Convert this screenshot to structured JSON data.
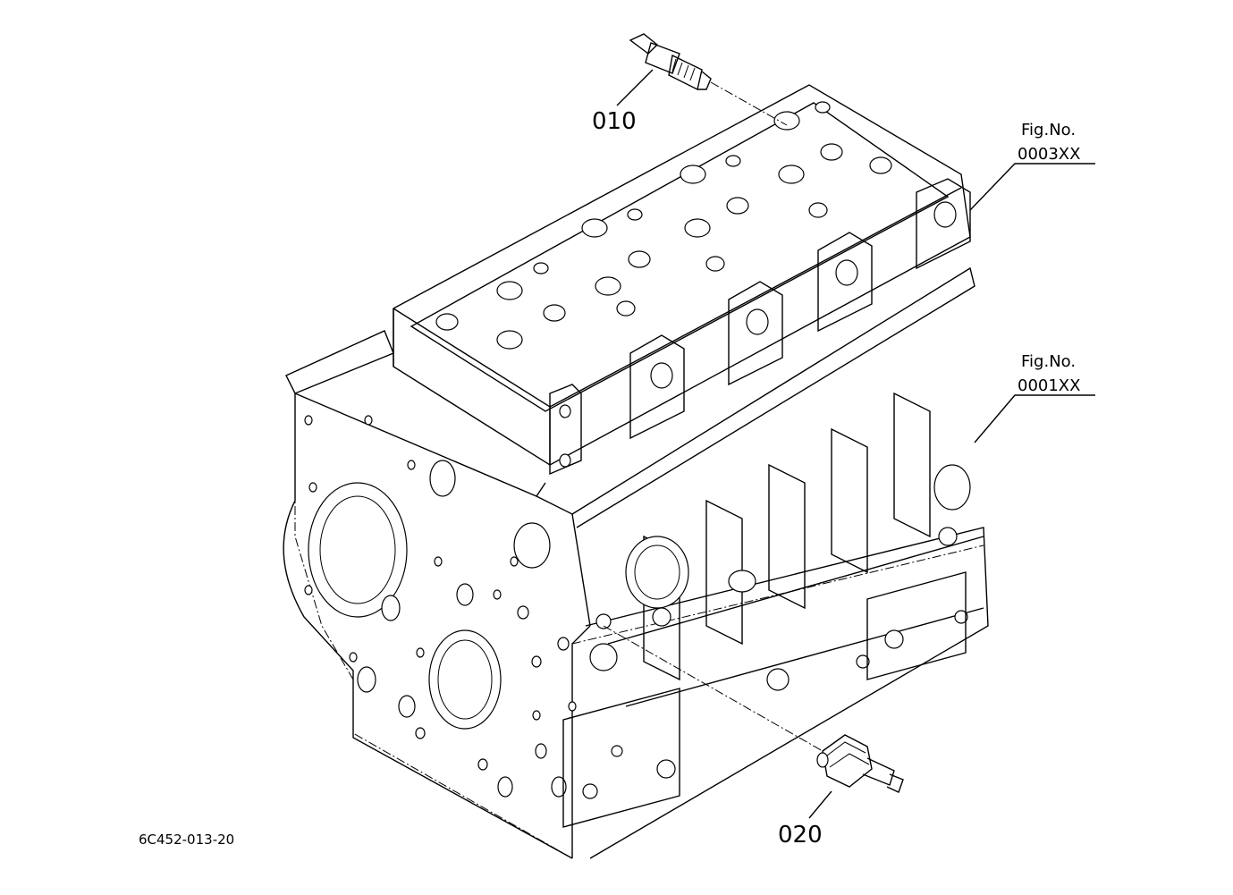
{
  "callouts": {
    "part_010": "010",
    "part_020": "020",
    "fig_head_label": "Fig.No.",
    "fig_head_code": "0003XX",
    "fig_block_label": "Fig.No.",
    "fig_block_code": "0001XX"
  },
  "drawing_code": "6C452-013-20"
}
